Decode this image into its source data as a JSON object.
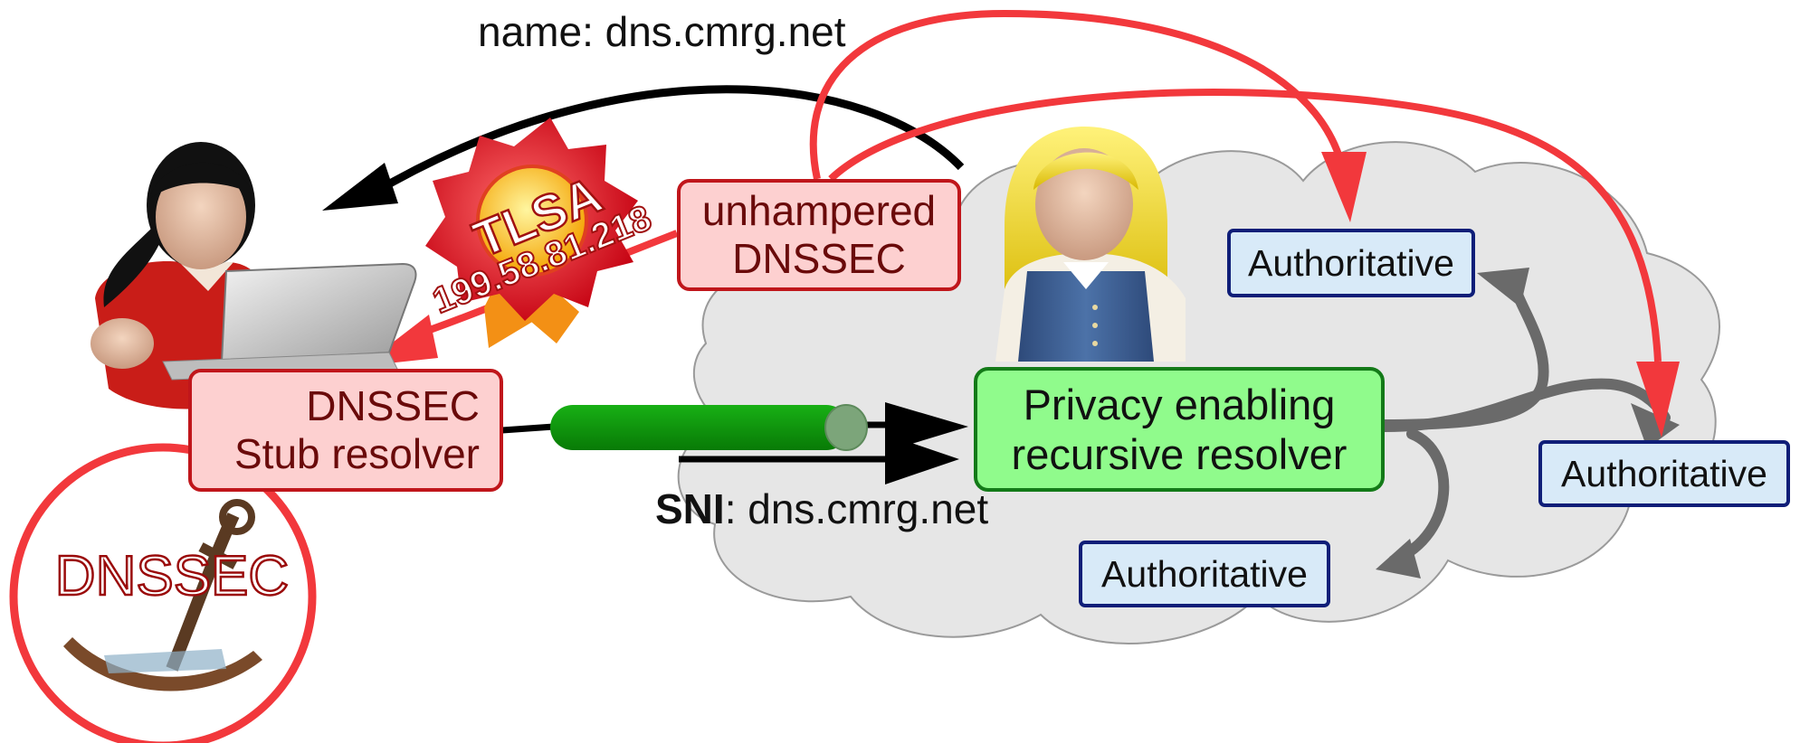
{
  "name_label": "name: dns.cmrg.net",
  "sni_label": {
    "bold": "SNI",
    "rest": ": dns.cmrg.net"
  },
  "unhampered_box": {
    "line1": "unhampered",
    "line2": "DNSSEC"
  },
  "stub_box": {
    "line1": "DNSSEC",
    "line2": "Stub resolver"
  },
  "recursive_box": {
    "line1": "Privacy enabling",
    "line2": "recursive resolver"
  },
  "authoritative": [
    "Authoritative",
    "Authoritative",
    "Authoritative"
  ],
  "tlsa_badge": {
    "title": "TLSA",
    "ip": "199.58.81.218"
  },
  "dnssec_logo_text": "DNSSEC",
  "colors": {
    "red_arrow": "#f2383c",
    "black_arrow": "#000000",
    "gray_arrow": "#6a6a6a",
    "tunnel_green": "#0a9b08",
    "cloud_fill": "#e6e6e6",
    "auth_fill": "#d8eaf8",
    "auth_border": "#0f1e78",
    "pink_fill": "#fdd0d0",
    "green_fill": "#90fb8c"
  },
  "icons": [
    "user-woman-laptop-icon",
    "resolver-operator-icon",
    "tlsa-seal-icon",
    "anchor-icon",
    "cloud-shape"
  ]
}
